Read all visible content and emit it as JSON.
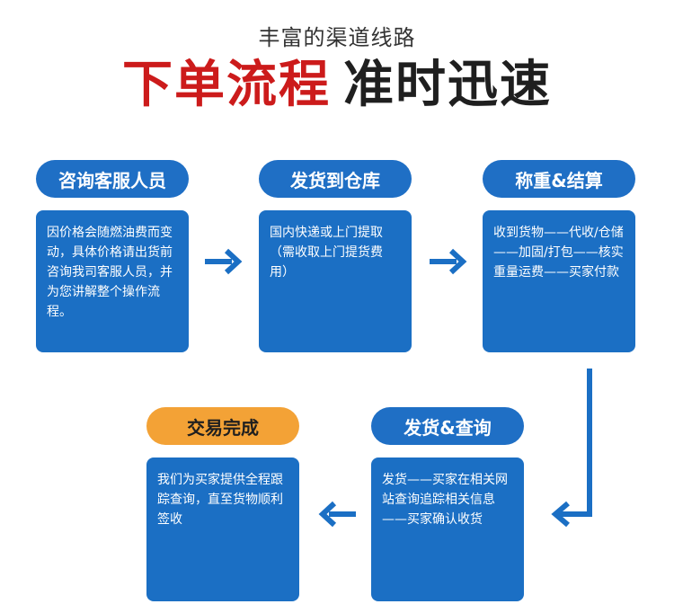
{
  "header": {
    "subtitle": "丰富的渠道线路",
    "title_red": "下单流程",
    "title_dark": "准时迅速"
  },
  "steps": [
    {
      "label": "咨询客服人员",
      "text": "因价格会随燃油费而变动，具体价格请出货前咨询我司客服人员，并为您讲解整个操作流程。"
    },
    {
      "label": "发货到仓库",
      "text": "国内快递或上门提取（需收取上门提货费用）"
    },
    {
      "label": "称重&结算",
      "text": "收到货物——代收/仓储——加固/打包——核实重量运费——买家付款"
    },
    {
      "label": "发货&查询",
      "text": "发货——买家在相关网站查询追踪相关信息——买家确认收货"
    },
    {
      "label": "交易完成",
      "text": "我们为买家提供全程跟踪查询，直至货物顺利签收"
    }
  ],
  "colors": {
    "blue": "#1b6fc4",
    "orange": "#f3a236",
    "red": "#cc1b1b"
  }
}
